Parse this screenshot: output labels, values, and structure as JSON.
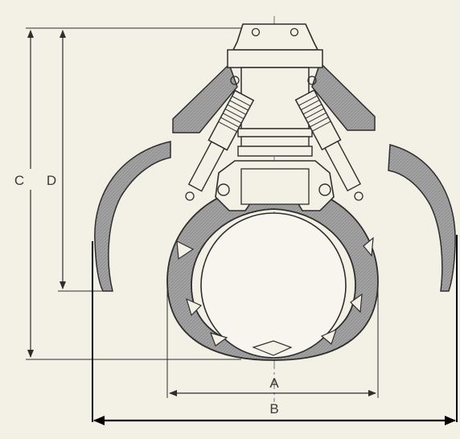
{
  "diagram": {
    "labels": {
      "c": "C",
      "d": "D",
      "a": "A",
      "b": "B"
    },
    "colors": {
      "paper": "#f3f0e6",
      "line": "#2e2e2e",
      "shade": "#9a9a9a",
      "shade_light": "#bdbdbd",
      "dim_line": "#000000"
    }
  }
}
